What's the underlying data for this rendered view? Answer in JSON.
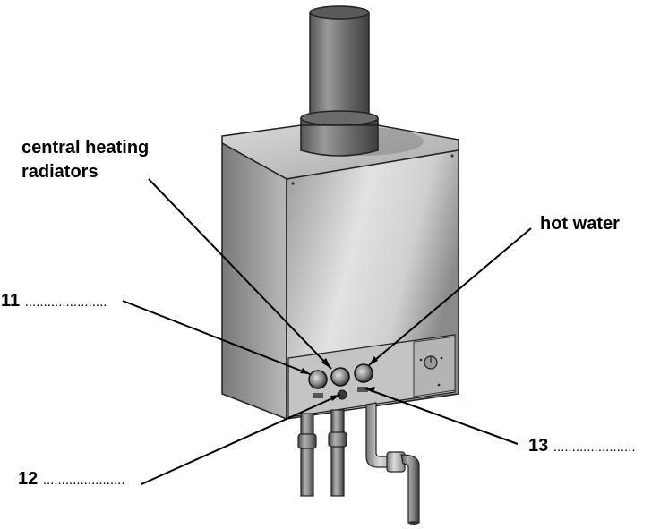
{
  "labels": {
    "central_heating_line1": "central heating",
    "central_heating_line2": "radiators",
    "hot_water": "hot water"
  },
  "blanks": [
    {
      "number": "11",
      "answer": "......................"
    },
    {
      "number": "12",
      "answer": "......................"
    },
    {
      "number": "13",
      "answer": "......................"
    }
  ]
}
